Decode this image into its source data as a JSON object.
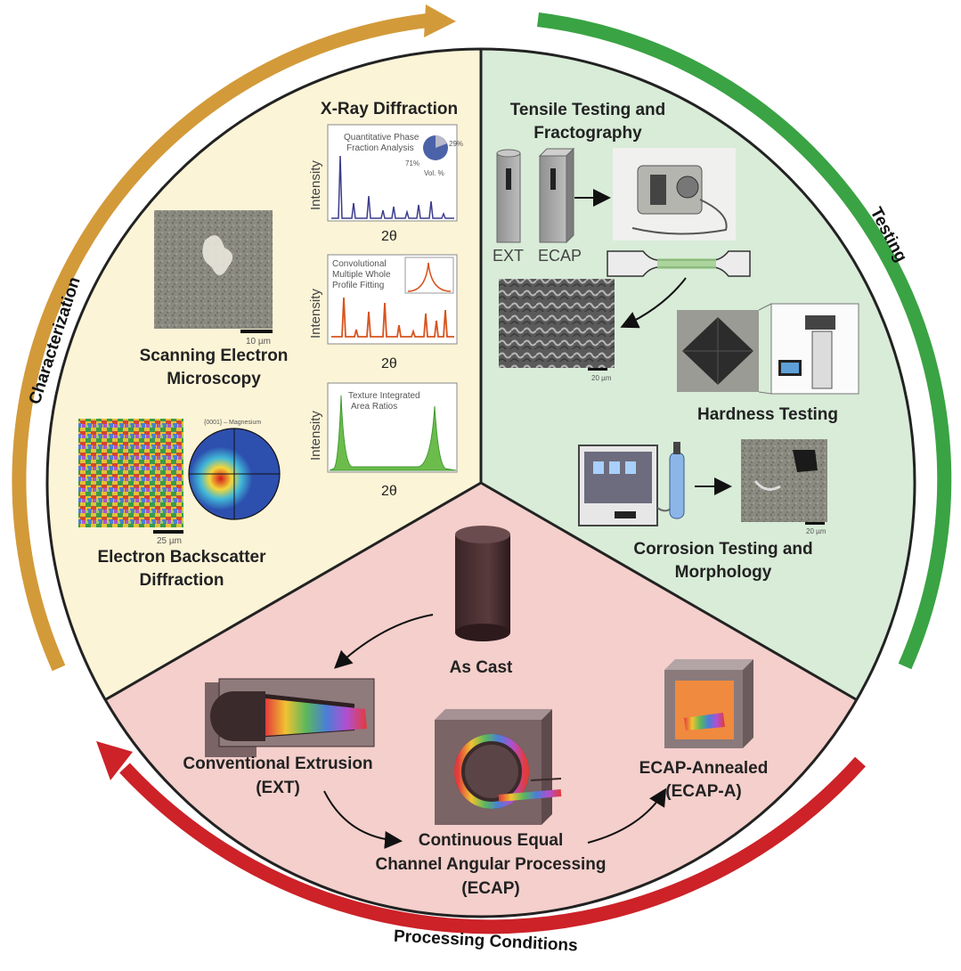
{
  "arcs": {
    "characterization": "Characterization",
    "testing": "Testing",
    "processing": "Processing Conditions"
  },
  "colors": {
    "characterization_arc": "#d39a3a",
    "testing_arc": "#3aa344",
    "processing_arc": "#cc2228",
    "characterization_bg": "#fcf4d7",
    "testing_bg": "#d8ecd8",
    "processing_bg": "#f4cfcb"
  },
  "characterization": {
    "xrd_title": "X-Ray Diffraction",
    "xrd_panel1": {
      "note_line1": "Quantitative Phase",
      "note_line2": "Fraction Analysis",
      "pct_a": "29%",
      "pct_b": "71%",
      "vol": "Vol. %",
      "ylabel": "Intensity",
      "xlabel": "2θ"
    },
    "xrd_panel2": {
      "note_line1": "Convolutional",
      "note_line2": "Multiple Whole",
      "note_line3": "Profile Fitting",
      "ylabel": "Intensity",
      "xlabel": "2θ"
    },
    "xrd_panel3": {
      "note_line1": "Texture Integrated",
      "note_line2": "Area Ratios",
      "ylabel": "Intensity",
      "xlabel": "2θ"
    },
    "sem_scale": "10 µm",
    "sem_title_line1": "Scanning Electron",
    "sem_title_line2": "Microscopy",
    "ebsd_scale": "25 µm",
    "ebsd_pole_label": "{0001} – Magnesium",
    "ebsd_title_line1": "Electron Backscatter",
    "ebsd_title_line2": "Diffraction"
  },
  "testing": {
    "tensile_title_line1": "Tensile Testing and",
    "tensile_title_line2": "Fractography",
    "sample_ext": "EXT",
    "sample_ecap": "ECAP",
    "fracto_scale": "20 µm",
    "hardness_title": "Hardness Testing",
    "corrosion_title_line1": "Corrosion Testing and",
    "corrosion_title_line2": "Morphology",
    "corrosion_scale": "20 µm"
  },
  "processing": {
    "as_cast": "As Cast",
    "ext_line1": "Conventional Extrusion",
    "ext_line2": "(EXT)",
    "ecap_line1": "Continuous Equal",
    "ecap_line2": "Channel Angular Processing",
    "ecap_line3": "(ECAP)",
    "ecapa_line1": "ECAP-Annealed",
    "ecapa_line2": "(ECAP-A)"
  }
}
